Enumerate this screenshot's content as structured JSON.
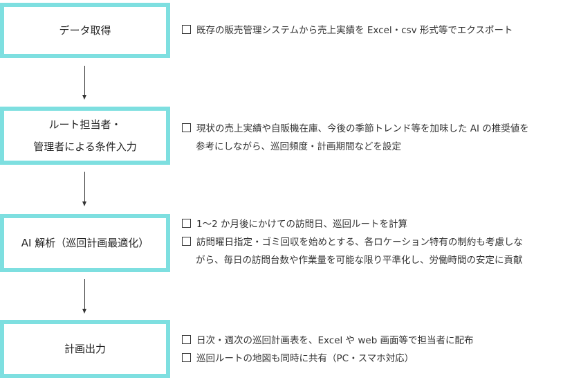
{
  "steps": [
    {
      "title_lines": [
        "データ取得"
      ],
      "details": [
        {
          "lines": [
            "既存の販売管理システムから売上実績を Excel・csv 形式等でエクスポート"
          ]
        }
      ]
    },
    {
      "title_lines": [
        "ルート担当者・",
        "管理者による条件入力"
      ],
      "details": [
        {
          "lines": [
            "現状の売上実績や自販機在庫、今後の季節トレンド等を加味した AI の推奨値を",
            "参考にしながら、巡回頻度・計画期間などを設定"
          ]
        }
      ]
    },
    {
      "title_lines": [
        "AI 解析（巡回計画最適化）"
      ],
      "details": [
        {
          "lines": [
            "1〜2 か月後にかけての訪問日、巡回ルートを計算"
          ]
        },
        {
          "lines": [
            "訪問曜日指定・ゴミ回収を始めとする、各ロケーション特有の制約も考慮しな",
            "がら、毎日の訪問台数や作業量を可能な限り平準化し、労働時間の安定に貢献"
          ]
        }
      ]
    },
    {
      "title_lines": [
        "計画出力"
      ],
      "details": [
        {
          "lines": [
            "日次・週次の巡回計画表を、Excel や web 画面等で担当者に配布"
          ]
        },
        {
          "lines": [
            "巡回ルートの地図も同時に共有（PC・スマホ対応）"
          ]
        }
      ]
    }
  ],
  "colors": {
    "box_border": "#7edfe0",
    "text": "#333333",
    "arrow": "#333333"
  }
}
